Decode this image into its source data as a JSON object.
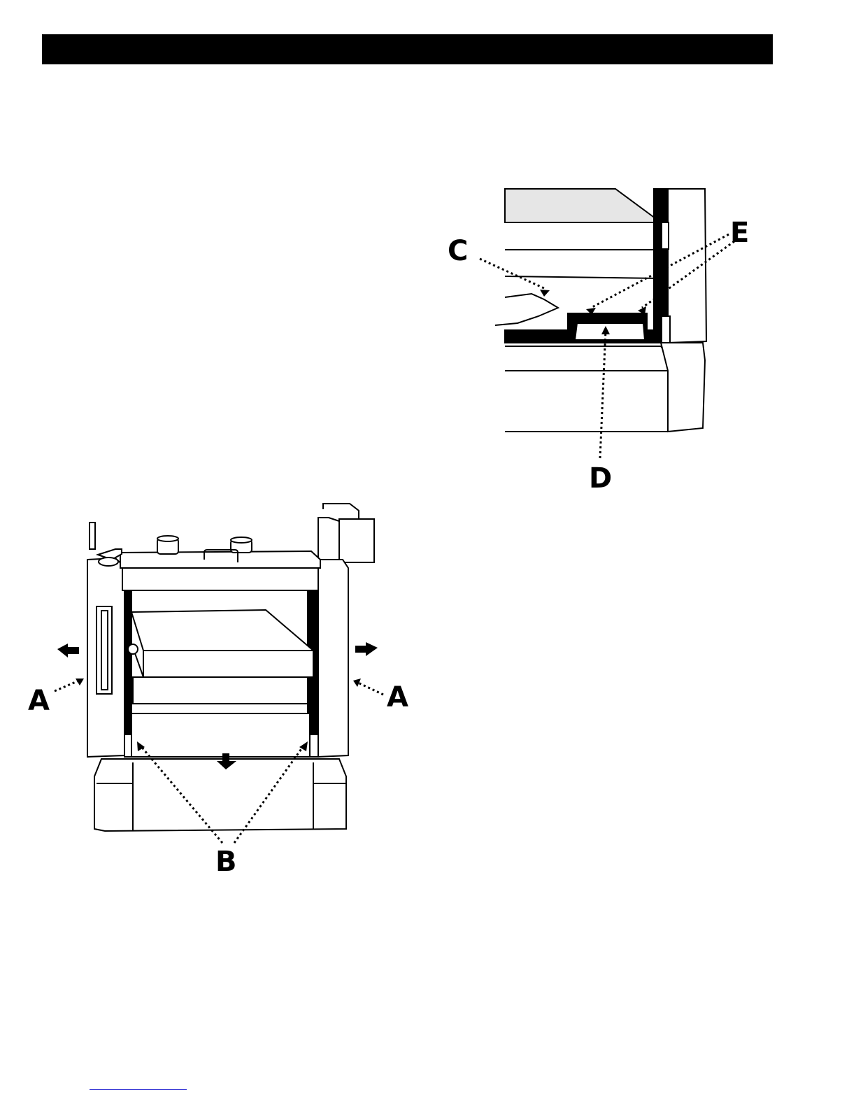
{
  "header": {
    "bar_color": "#000000"
  },
  "figure_left": {
    "labels": {
      "a_left": "A",
      "a_right": "A",
      "b": "B"
    }
  },
  "figure_right": {
    "labels": {
      "c": "C",
      "d": "D",
      "e": "E"
    }
  },
  "footer": {
    "link_color": "#3b3bd6"
  }
}
